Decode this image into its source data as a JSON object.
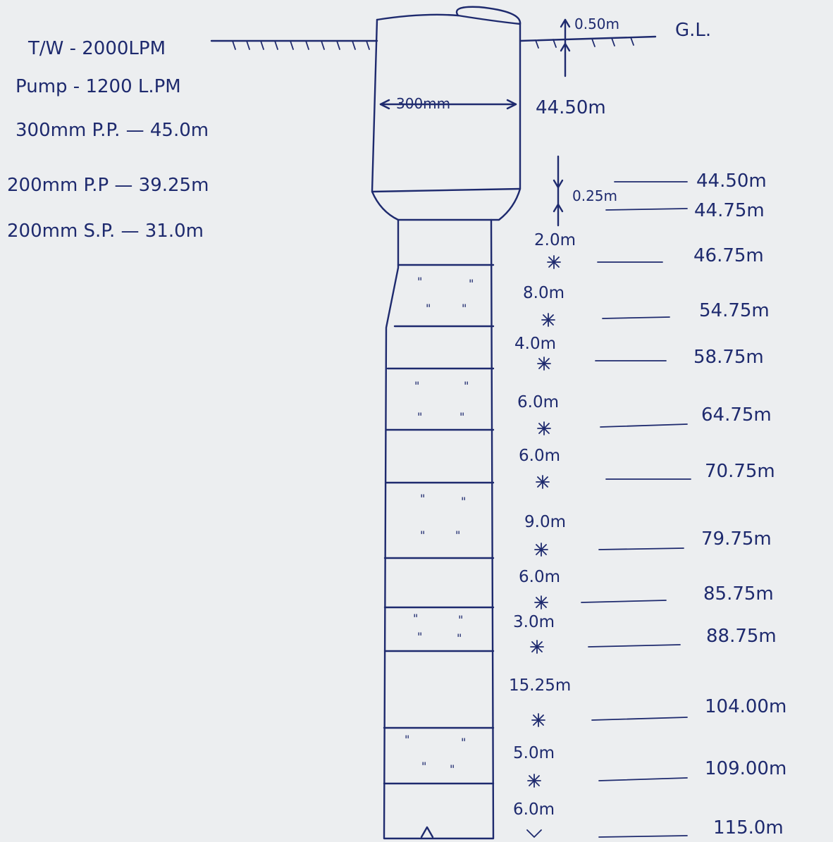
{
  "notes": {
    "tw": "T/W - 2000LPM",
    "pump": "Pump - 1200 L.PM",
    "pp300": "300mm P.P. — 45.0m",
    "pp200": "200mm P.P — 39.25m",
    "sp200": "200mm S.P. — 31.0m"
  },
  "top": {
    "above_ground": "0.50m",
    "ground_label": "G.L.",
    "diameter": "300mm",
    "upper_length": "44.50m",
    "reducer_length": "0.25m"
  },
  "intervals": [
    "2.0m",
    "8.0m",
    "4.0m",
    "6.0m",
    "6.0m",
    "9.0m",
    "6.0m",
    "3.0m",
    "15.25m",
    "5.0m",
    "6.0m"
  ],
  "depths": [
    "44.50m",
    "44.75m",
    "46.75m",
    "54.75m",
    "58.75m",
    "64.75m",
    "70.75m",
    "79.75m",
    "85.75m",
    "88.75m",
    "104.00m",
    "109.00m",
    "115.0m"
  ],
  "ditto_mark": "\""
}
